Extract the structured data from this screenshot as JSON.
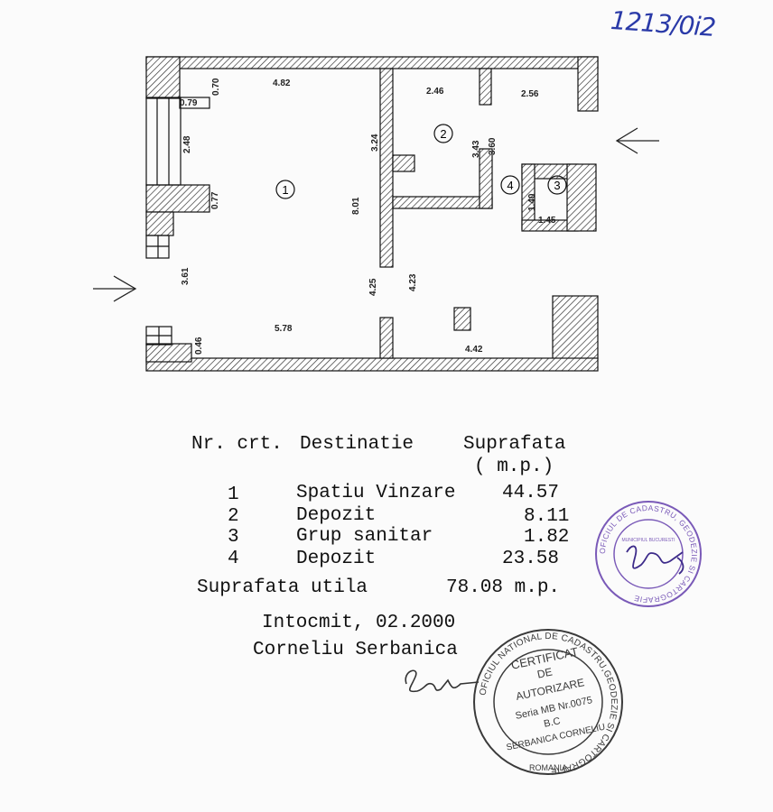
{
  "handwritten_number": "1213/0i2",
  "plan": {
    "dims": {
      "d079": "0.79",
      "d070": "0.70",
      "d482": "4.82",
      "d246": "2.46",
      "d256": "2.56",
      "d248": "2.48",
      "d324": "3.24",
      "d343": "3.43",
      "d360": "3.60",
      "d077": "0.77",
      "d801": "8.01",
      "d140": "1.40",
      "d145": "1.45",
      "d361": "3.61",
      "d425": "4.25",
      "d423": "4.23",
      "d578": "5.78",
      "d046": "0.46",
      "d442": "4.42"
    },
    "rooms": [
      "1",
      "2",
      "3",
      "4"
    ]
  },
  "table": {
    "header": {
      "nr": "Nr. crt.",
      "destinatie": "Destinatie",
      "suprafata": "Suprafata",
      "unit": "( m.p.)"
    },
    "rows": [
      {
        "nr": "1",
        "destinatie": "Spatiu Vinzare",
        "suprafata": "44.57"
      },
      {
        "nr": "2",
        "destinatie": "Depozit",
        "suprafata": "8.11"
      },
      {
        "nr": "3",
        "destinatie": "Grup sanitar",
        "suprafata": "1.82"
      },
      {
        "nr": "4",
        "destinatie": "Depozit",
        "suprafata": "23.58"
      }
    ],
    "total_label": "Suprafata utila",
    "total_value": "78.08 m.p."
  },
  "author": {
    "line1": "Intocmit, 02.2000",
    "line2": "Corneliu Serbanica"
  },
  "stamp_small": {
    "ring": "OFICIUL DE CADASTRU, GEODEZIE SI CARTOGRAFIE",
    "inner": "MUNICIPIUL BUCURESTI",
    "color": "#7a5ab8"
  },
  "stamp_large": {
    "ring_top": "OFICIUL NATIONAL DE CADASTRU,GEODEZIE SI CARTOGRAFIE",
    "ring_bottom": "ROMANIA",
    "line1": "CERTIFICAT",
    "line2": "DE",
    "line3": "AUTORIZARE",
    "line4": "Seria MB Nr.0075",
    "line5": "B.C",
    "line6": "SERBANICA CORNELIU",
    "color": "#3a3a3a"
  }
}
